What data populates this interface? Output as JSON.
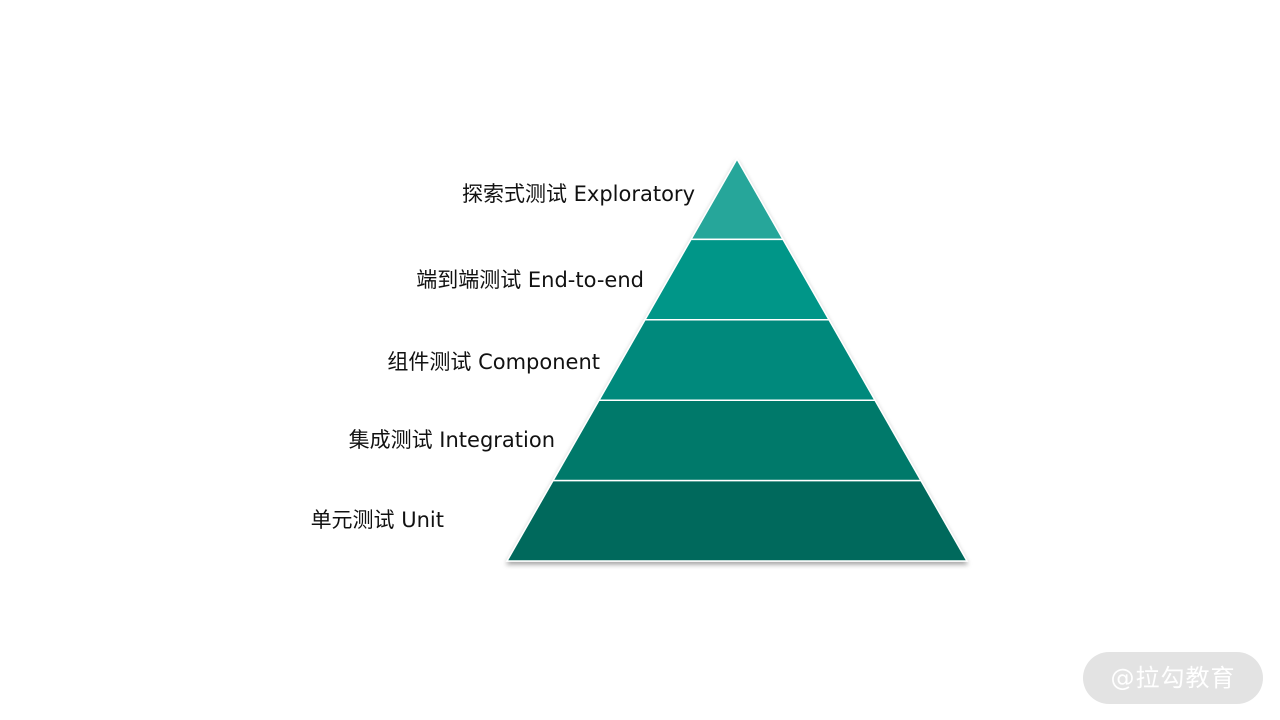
{
  "pyramid": {
    "tiers": [
      {
        "label": "探索式测试 Exploratory",
        "color": "#26a69a"
      },
      {
        "label": "端到端测试 End-to-end",
        "color": "#009688"
      },
      {
        "label": "组件测试 Component",
        "color": "#00897b"
      },
      {
        "label": "集成测试 Integration",
        "color": "#00796b"
      },
      {
        "label": "单元测试 Unit",
        "color": "#00695c"
      }
    ]
  },
  "watermark": {
    "text": "@拉勾教育"
  }
}
